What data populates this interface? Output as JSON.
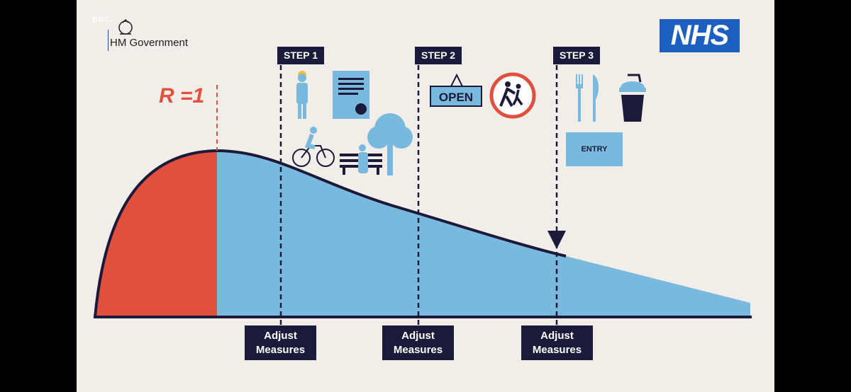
{
  "header": {
    "broadcaster_bug": "BBC",
    "government": "HM Government",
    "nhs_logo": "NHS"
  },
  "diagram": {
    "r_label": "R =1",
    "steps": [
      {
        "label": "STEP 1"
      },
      {
        "label": "STEP 2"
      },
      {
        "label": "STEP 3"
      }
    ],
    "adjust_measures": [
      {
        "label": "Adjust\nMeasures"
      },
      {
        "label": "Adjust\nMeasures"
      },
      {
        "label": "Adjust\nMeasures"
      }
    ],
    "signs": {
      "open": "OPEN",
      "entry": "ENTRY"
    }
  },
  "colors": {
    "background": "#f1eee9",
    "red_area": "#e0503c",
    "blue_area": "#79b9dd",
    "navy": "#1c1a3a",
    "nhs_blue": "#1d5fbf"
  },
  "icons": [
    "crest-icon",
    "worker-icon",
    "certificate-icon",
    "cyclist-icon",
    "bench-icon",
    "tree-icon",
    "open-sign-icon",
    "school-crossing-icon",
    "cutlery-icon",
    "drink-cup-icon",
    "entry-ticket-icon",
    "arrow-down-icon"
  ]
}
